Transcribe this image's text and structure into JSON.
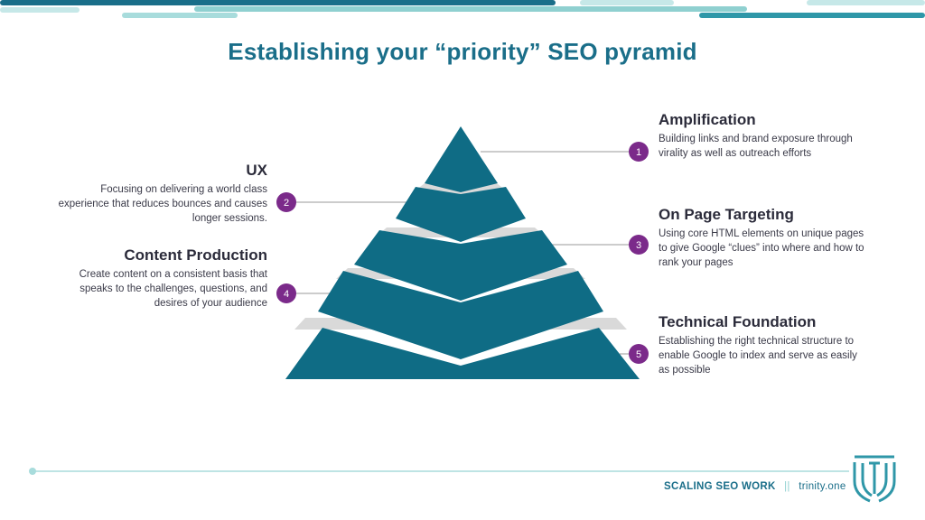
{
  "title": "Establishing your “priority” SEO pyramid",
  "colors": {
    "teal": "#0f6c85",
    "gap": "#d9d9d9",
    "badge": "#7b2a8a",
    "connector": "#9a9a9a",
    "accent_light": "#a8dcdc"
  },
  "badges": [
    "1",
    "2",
    "3",
    "4",
    "5"
  ],
  "levels": {
    "amplification": {
      "heading": "Amplification",
      "description": "Building links and brand exposure through virality as well as outreach efforts"
    },
    "ux": {
      "heading": "UX",
      "description": "Focusing on delivering a world class experience that reduces bounces and causes longer sessions."
    },
    "on_page": {
      "heading": "On Page Targeting",
      "description": "Using core HTML elements on unique pages to give Google “clues” into where and how to rank your pages"
    },
    "content": {
      "heading": "Content Production",
      "description": "Create content on a consistent basis that speaks to the challenges, questions, and desires of your audience"
    },
    "technical": {
      "heading": "Technical Foundation",
      "description": "Establishing the right technical structure to enable Google to index and serve as easily as possible"
    }
  },
  "footer": {
    "label": "SCALING SEO WORK",
    "separator": "||",
    "site": "trinity.one"
  }
}
